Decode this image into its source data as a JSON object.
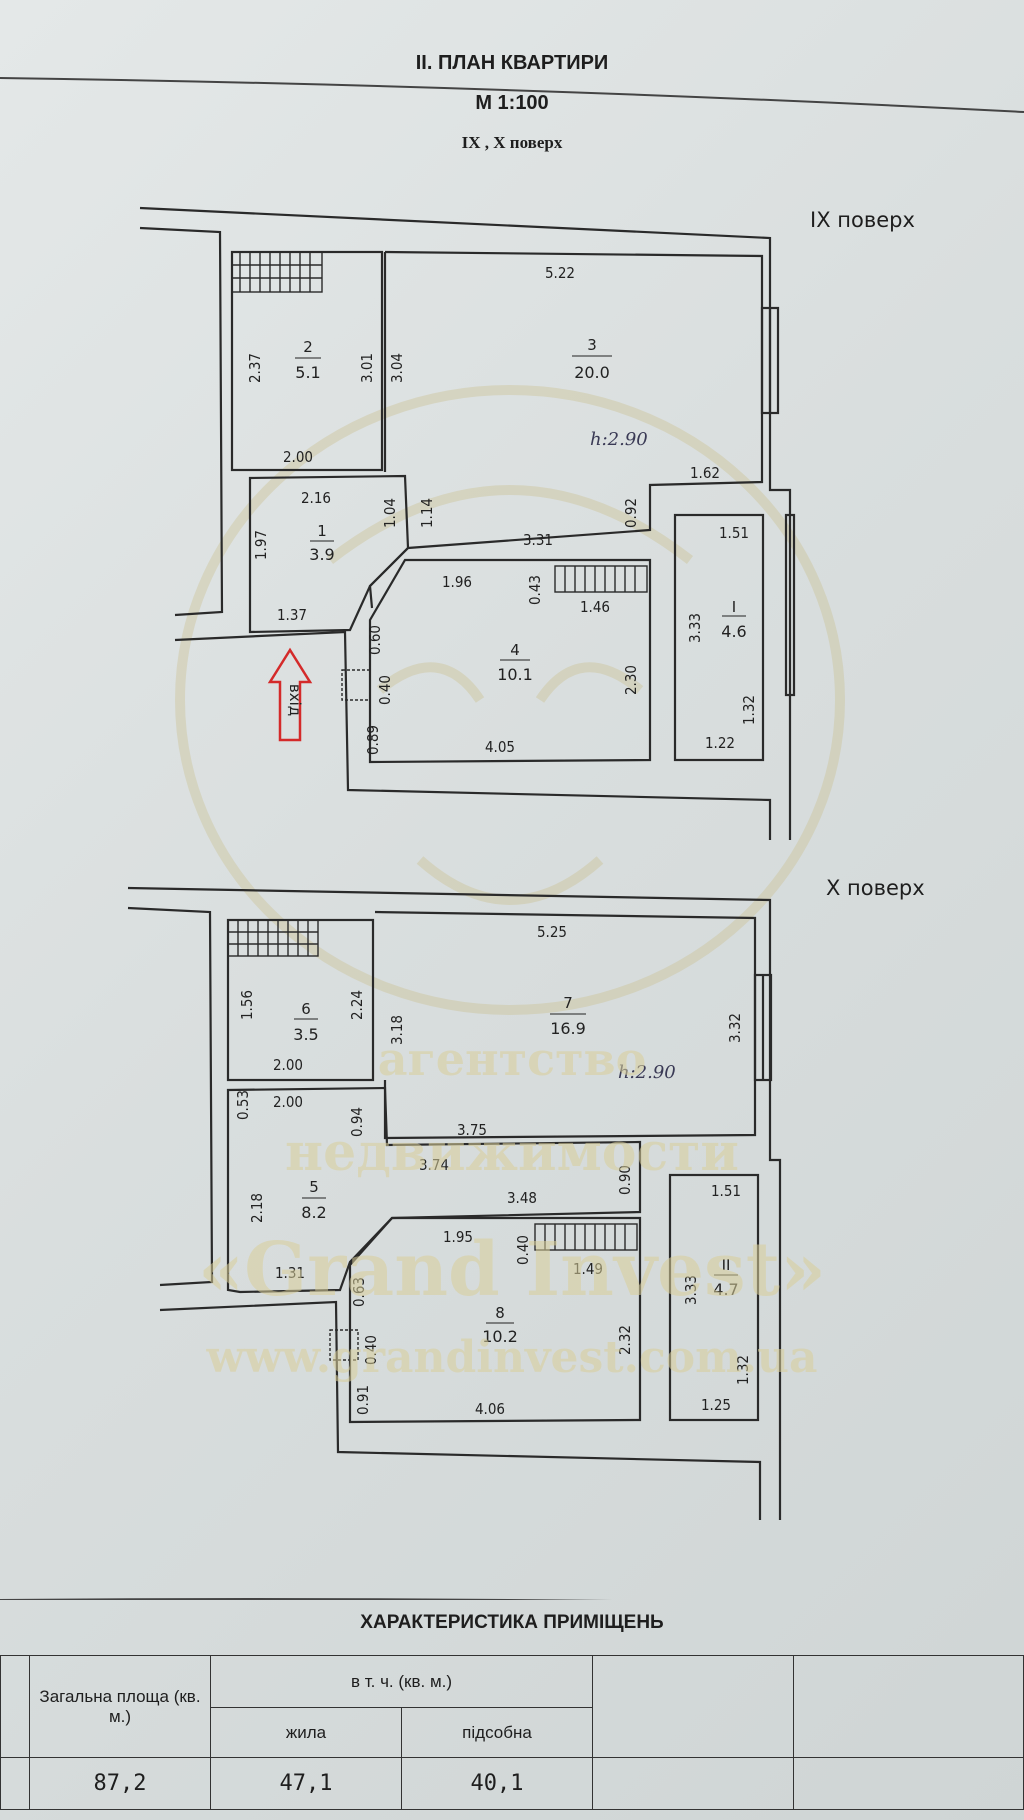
{
  "header": {
    "title": "II. ПЛАН КВАРТИРИ",
    "scale": "М 1:100",
    "floors": "IX , X  поверх"
  },
  "floor9": {
    "label": "IX поверх",
    "height_note": "h:2.90",
    "entrance_label": "вхід",
    "rooms": [
      {
        "number": "1",
        "area": "3.9"
      },
      {
        "number": "2",
        "area": "5.1"
      },
      {
        "number": "3",
        "area": "20.0"
      },
      {
        "number": "4",
        "area": "10.1"
      },
      {
        "number": "I",
        "area": "4.6"
      }
    ],
    "dimensions": [
      "5.22",
      "2.37",
      "3.01",
      "3.04",
      "2.00",
      "1.62",
      "2.16",
      "1.04",
      "1.14",
      "0.92",
      "1.51",
      "1.97",
      "3.31",
      "1.96",
      "0.43",
      "1.46",
      "1.37",
      "0.60",
      "3.33",
      "0.40",
      "2.30",
      "0.89",
      "4.05",
      "1.32",
      "1.22"
    ]
  },
  "floor10": {
    "label": "X поверх",
    "height_note": "h:2.90",
    "rooms": [
      {
        "number": "5",
        "area": "8.2"
      },
      {
        "number": "6",
        "area": "3.5"
      },
      {
        "number": "7",
        "area": "16.9"
      },
      {
        "number": "8",
        "area": "10.2"
      },
      {
        "number": "II",
        "area": "4.7"
      }
    ],
    "dimensions": [
      "5.25",
      "1.56",
      "2.24",
      "3.18",
      "3.32",
      "2.00",
      "0.53",
      "2.00",
      "0.94",
      "3.75",
      "3.74",
      "0.90",
      "1.51",
      "2.18",
      "3.48",
      "1.95",
      "0.40",
      "1.31",
      "0.63",
      "1.49",
      "3.33",
      "2.32",
      "0.40",
      "0.91",
      "4.06",
      "1.32",
      "1.25"
    ]
  },
  "watermark": {
    "line1": "агентство",
    "line2": "недвижимости",
    "line3": "«Grand Invest»",
    "line4": "www.grandinvest.com.ua"
  },
  "characteristics": {
    "title": "ХАРАКТЕРИСТИКА ПРИМІЩЕНЬ",
    "col_total": "Загальна площа (кв. м.)",
    "col_incl": "в т. ч. (кв. м.)",
    "col_living": "жила",
    "col_aux": "підсобна",
    "total": "87,2",
    "living": "47,1",
    "aux": "40,1"
  },
  "colors": {
    "paper": "#dde2e2",
    "ink": "#1e1e1e",
    "arrow": "#d42a2a",
    "watermark": "#d9cf9a"
  }
}
